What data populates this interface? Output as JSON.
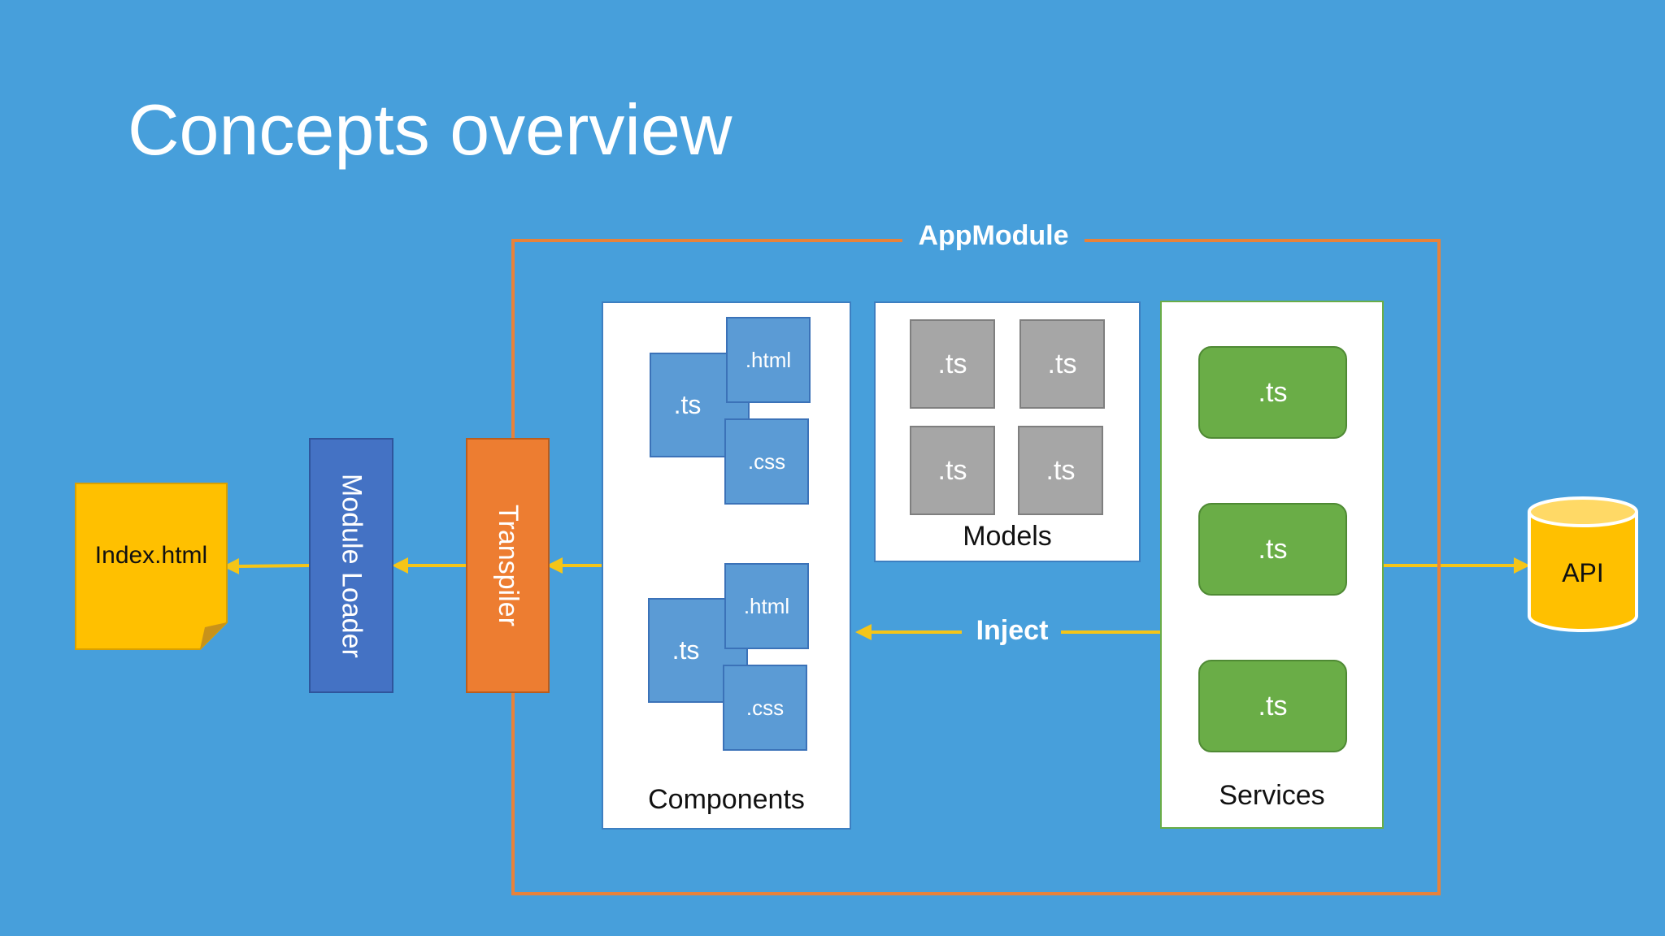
{
  "title": "Concepts overview",
  "app_module": {
    "label": "AppModule"
  },
  "index_file": {
    "label": "Index.html"
  },
  "module_loader": {
    "label": "Module Loader"
  },
  "transpiler": {
    "label": "Transpiler"
  },
  "components": {
    "label": "Components",
    "groups": [
      {
        "ts": ".ts",
        "html": ".html",
        "css": ".css"
      },
      {
        "ts": ".ts",
        "html": ".html",
        "css": ".css"
      }
    ]
  },
  "models": {
    "label": "Models",
    "files": [
      ".ts",
      ".ts",
      ".ts",
      ".ts"
    ]
  },
  "services": {
    "label": "Services",
    "files": [
      ".ts",
      ".ts",
      ".ts"
    ]
  },
  "inject": {
    "label": "Inject"
  },
  "api": {
    "label": "API"
  },
  "colors": {
    "background": "#479fdb",
    "module_border": "#e8823a",
    "arrow": "#f5c518",
    "index_file": "#ffc000",
    "module_loader": "#4472c4",
    "transpiler": "#ed7d31",
    "component_file": "#5b9bd5",
    "model_file": "#a6a6a6",
    "service_file": "#6aad47",
    "api": "#ffc000"
  }
}
